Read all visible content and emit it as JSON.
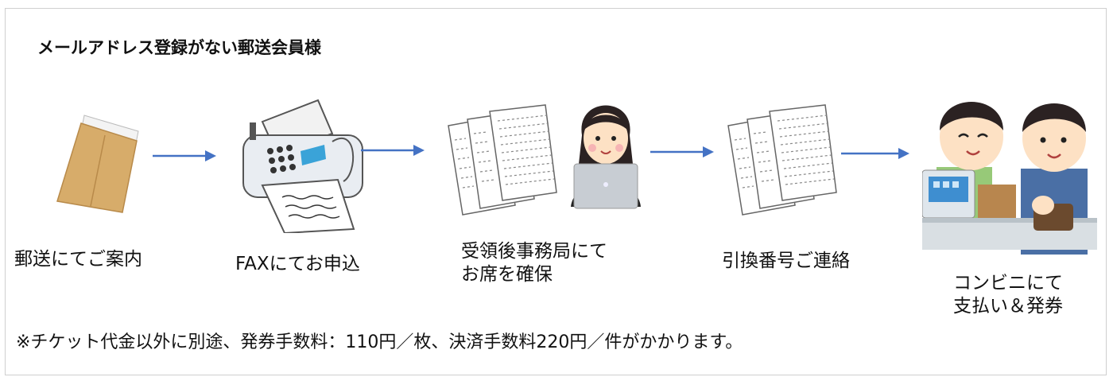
{
  "heading": "メールアドレス登録がない郵送会員様",
  "steps": [
    {
      "label": "郵送にてご案内",
      "icon": "envelope-icon"
    },
    {
      "label": "FAXにてお申込",
      "icon": "fax-machine-icon"
    },
    {
      "label": "受領後事務局にて\nお席を確保",
      "icon": "office-worker-icon"
    },
    {
      "label": "引換番号ご連絡",
      "icon": "documents-icon"
    },
    {
      "label": "コンビニにて\n支払い＆発券",
      "icon": "convenience-store-icon"
    }
  ],
  "note": "※チケット代金以外に別途、発券手数料：110円／枚、決済手数料220円／件がかかります。",
  "colors": {
    "arrow": "#4472c4",
    "envelope": "#d7ac6a",
    "border": "#cfcfcf"
  }
}
